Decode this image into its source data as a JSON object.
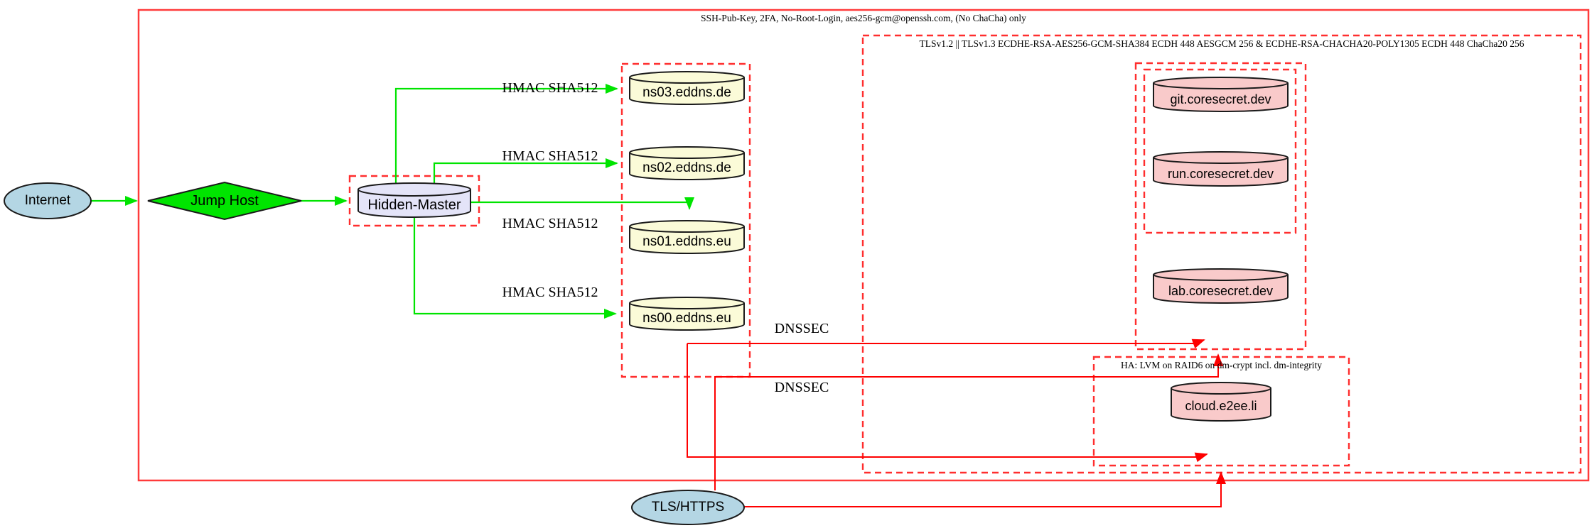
{
  "diagram": {
    "title_hint": "security architecture graph",
    "clusters": {
      "ssh": {
        "label": "SSH-Pub-Key, 2FA, No-Root-Login, aes256-gcm@openssh.com, (No ChaCha) only",
        "border_style": "solid",
        "border_color": "#ff3b3b"
      },
      "tls": {
        "label": "TLSv1.2 || TLSv1.3 ECDHE-RSA-AES256-GCM-SHA384 ECDH 448 AESGCM 256 & ECDHE-RSA-CHACHA20-POLY1305 ECDH 448 ChaCha20 256",
        "border_style": "dashed",
        "border_color": "#ff2e2e"
      },
      "dns": {
        "label": "",
        "border_style": "dashed",
        "border_color": "#ff2e2e"
      },
      "hidden_master_box": {
        "label": "",
        "border_style": "dashed",
        "border_color": "#ff2e2e"
      },
      "coresecret_outer": {
        "label": "",
        "border_style": "dashed",
        "border_color": "#ff2e2e"
      },
      "coresecret_inner": {
        "label": "",
        "border_style": "dashed",
        "border_color": "#ff2e2e"
      },
      "ha": {
        "label": "HA: LVM on RAID6 on dm-crypt incl. dm-integrity",
        "border_style": "dashed",
        "border_color": "#ff2e2e"
      }
    },
    "nodes": {
      "internet": {
        "label": "Internet",
        "shape": "ellipse",
        "fill": "#b4d6e4"
      },
      "jump_host": {
        "label": "Jump Host",
        "shape": "diamond",
        "fill": "#00e400"
      },
      "hidden_master": {
        "label": "Hidden-Master",
        "shape": "cylinder",
        "fill": "#e4e4f8"
      },
      "ns03": {
        "label": "ns03.eddns.de",
        "shape": "cylinder",
        "fill": "#fbfbd8"
      },
      "ns02": {
        "label": "ns02.eddns.de",
        "shape": "cylinder",
        "fill": "#fbfbd8"
      },
      "ns01": {
        "label": "ns01.eddns.eu",
        "shape": "cylinder",
        "fill": "#fbfbd8"
      },
      "ns00": {
        "label": "ns00.eddns.eu",
        "shape": "cylinder",
        "fill": "#fbfbd8"
      },
      "git": {
        "label": "git.coresecret.dev",
        "shape": "cylinder",
        "fill": "#f9caca"
      },
      "run": {
        "label": "run.coresecret.dev",
        "shape": "cylinder",
        "fill": "#f9caca"
      },
      "lab": {
        "label": "lab.coresecret.dev",
        "shape": "cylinder",
        "fill": "#f9caca"
      },
      "cloud": {
        "label": "cloud.e2ee.li",
        "shape": "cylinder",
        "fill": "#f9caca"
      },
      "tls_https": {
        "label": "TLS/HTTPS",
        "shape": "ellipse",
        "fill": "#b4d6e4"
      }
    },
    "edge_labels": {
      "hmac": "HMAC SHA512",
      "dnssec": "DNSSEC"
    },
    "edges": [
      {
        "from": "internet",
        "to": "jump_host",
        "color": "#00e400",
        "label": ""
      },
      {
        "from": "jump_host",
        "to": "hidden_master",
        "color": "#00e400",
        "label": ""
      },
      {
        "from": "hidden_master",
        "to": "ns03",
        "color": "#00e400",
        "label": "HMAC SHA512"
      },
      {
        "from": "hidden_master",
        "to": "ns02",
        "color": "#00e400",
        "label": "HMAC SHA512"
      },
      {
        "from": "hidden_master",
        "to": "ns01",
        "color": "#00e400",
        "label": "HMAC SHA512"
      },
      {
        "from": "hidden_master",
        "to": "ns00",
        "color": "#00e400",
        "label": "HMAC SHA512"
      },
      {
        "from": "dns",
        "to": "coresecret_cluster",
        "color": "#fe0000",
        "label": "DNSSEC"
      },
      {
        "from": "dns",
        "to": "ha_cluster",
        "color": "#fe0000",
        "label": "DNSSEC"
      },
      {
        "from": "tls_https",
        "to": "coresecret_cluster",
        "color": "#fe0000",
        "label": ""
      },
      {
        "from": "tls_https",
        "to": "ha_cluster",
        "color": "#fe0000",
        "label": ""
      }
    ],
    "colors": {
      "secure_green": "#00e400",
      "red_edge": "#fe0000",
      "node_border": "#1a1a1a",
      "background": "#ffffff"
    }
  }
}
